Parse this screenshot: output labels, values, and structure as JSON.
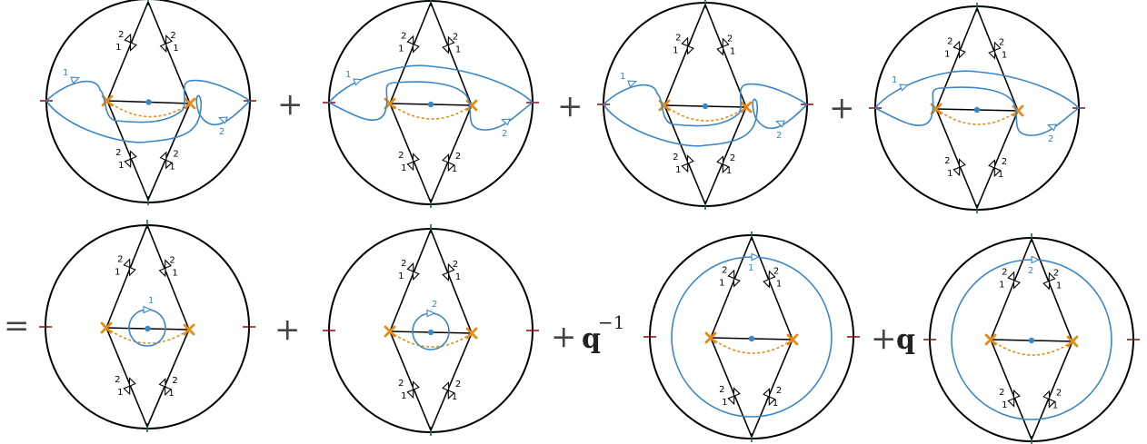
{
  "colors": {
    "outline": "#000000",
    "blue_path": "#3a87c8",
    "branch_point": "#e88a12",
    "dashed_cut": "#e88a12",
    "puncture_red": "#8b1a1a",
    "puncture_green": "#1e6b3a",
    "center_dot": "#3a87c8"
  },
  "wall_labels": {
    "one": "1",
    "two": "2"
  },
  "top_row": [
    {
      "kind": "wiggle-left",
      "blue_label_1": "1",
      "blue_label_2": "2",
      "operator_after": "+"
    },
    {
      "kind": "wiggle-right",
      "blue_label_1": "1",
      "blue_label_2": "2",
      "operator_after": "+"
    },
    {
      "kind": "wiggle-left2",
      "blue_label_1": "1",
      "blue_label_2": "2",
      "operator_after": "+"
    },
    {
      "kind": "wiggle-right2",
      "blue_label_1": "1",
      "blue_label_2": "2",
      "operator_after": ""
    }
  ],
  "bottom_row": {
    "leading_operator": "=",
    "items": [
      {
        "kind": "small-loop",
        "blue_label": "1",
        "prefix": ""
      },
      {
        "kind": "small-loop",
        "blue_label": "2",
        "prefix": "+"
      },
      {
        "kind": "big-loop",
        "blue_label": "1",
        "prefix": "+",
        "coef_base": "q",
        "coef_exp": "−1"
      },
      {
        "kind": "big-loop",
        "blue_label": "2",
        "prefix": "+",
        "coef_base": "q",
        "coef_exp": ""
      }
    ]
  }
}
